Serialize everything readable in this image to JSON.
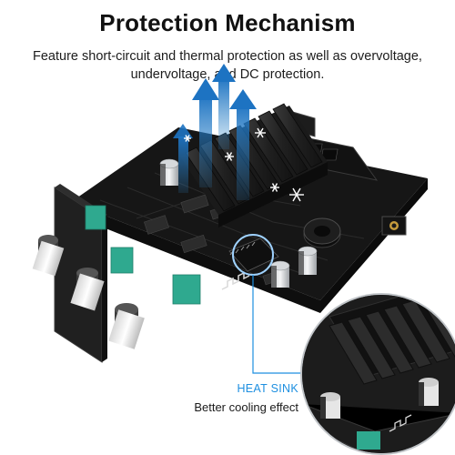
{
  "header": {
    "title": "Protection Mechanism",
    "description": "Feature short-circuit and thermal protection as well as overvoltage, undervoltage, and DC protection."
  },
  "callout": {
    "title": "HEAT SINK",
    "subtitle": "Better cooling effect"
  },
  "colors": {
    "accent": "#1d8fe0",
    "board": "#1b1b1b",
    "heatsink": "#2a2a2a",
    "knob_cap": "#e8e8e8",
    "potentiometer": "#2fa98f"
  },
  "icons": [
    "upward-arrow-icon",
    "snowflake-icon",
    "bluetooth-antenna-icon"
  ]
}
